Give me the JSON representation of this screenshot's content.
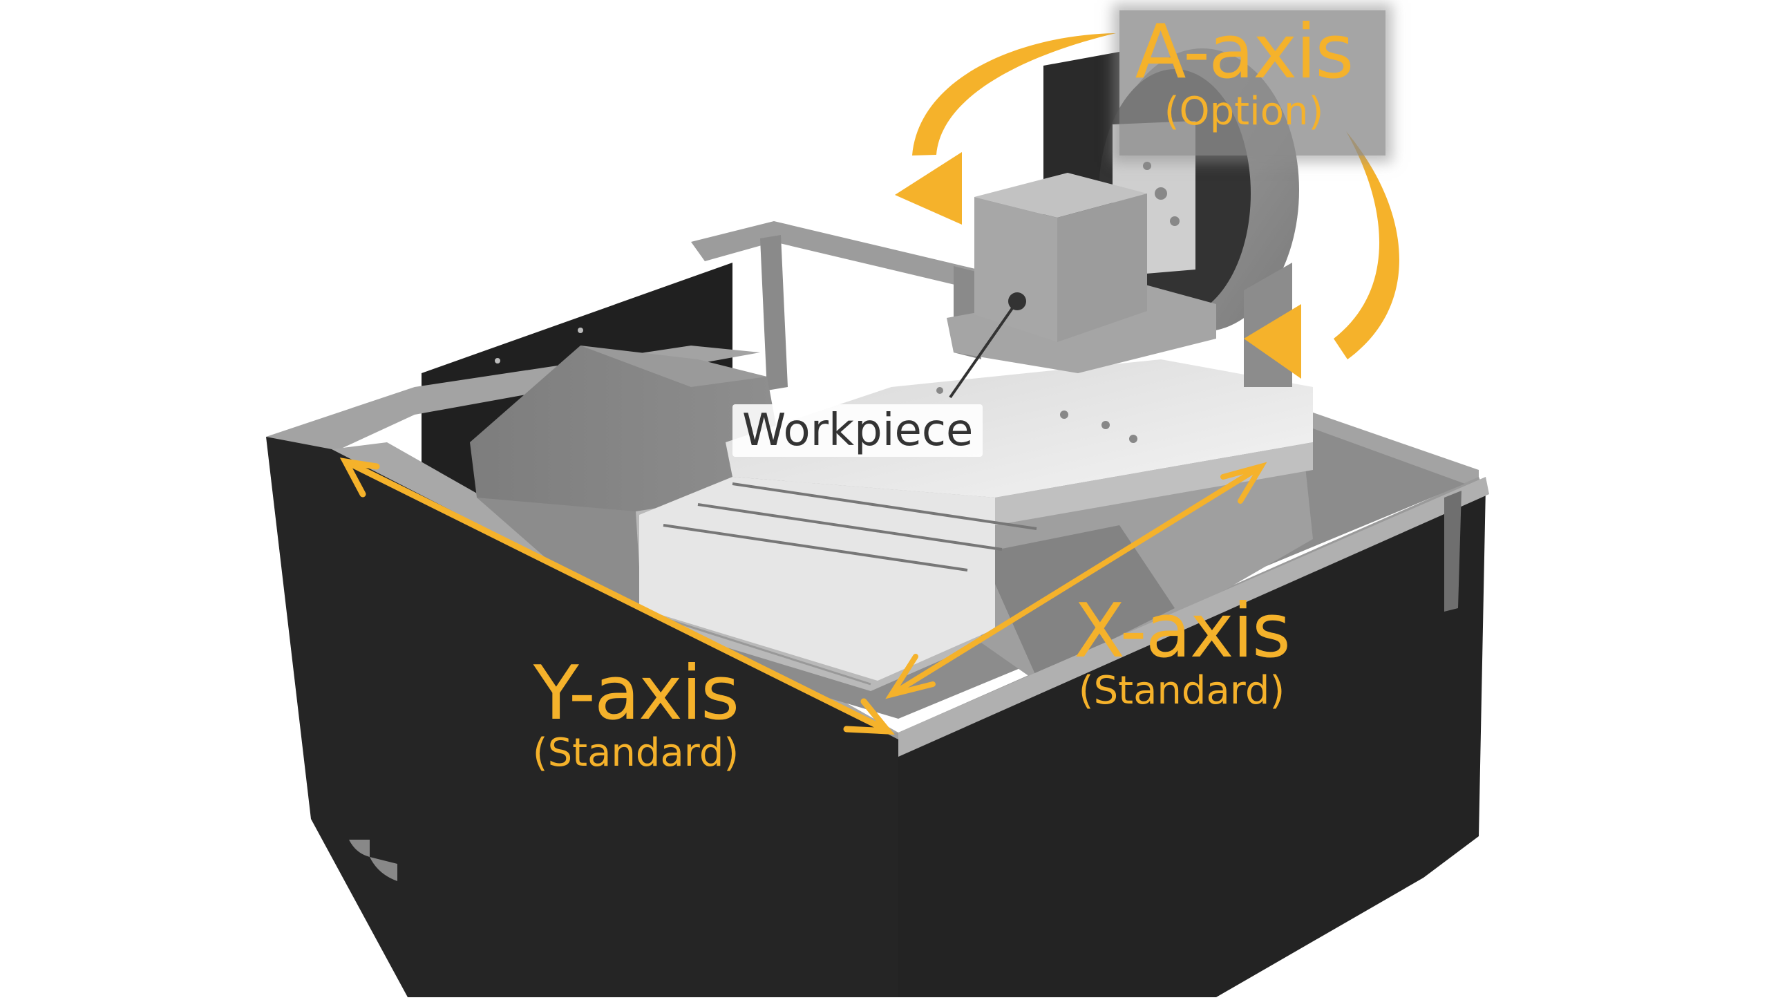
{
  "diagram": {
    "subject": "CNC machine axis diagram",
    "labels": {
      "a_axis": {
        "main": "A-axis",
        "sub": "(Option)"
      },
      "y_axis": {
        "main": "Y-axis",
        "sub": "(Standard)"
      },
      "x_axis": {
        "main": "X-axis",
        "sub": "(Standard)"
      },
      "workpiece": "Workpiece"
    },
    "colors": {
      "accent": "#F5B22B",
      "enclosure": "#252525",
      "frame": "#9a9a9a",
      "label_dark": "#333333",
      "background": "#ffffff"
    },
    "arrows": [
      {
        "id": "a-axis-rotation",
        "type": "curved-rotation",
        "count": 2
      },
      {
        "id": "y-axis-travel",
        "type": "double-headed-linear"
      },
      {
        "id": "x-axis-travel",
        "type": "double-headed-linear"
      }
    ]
  }
}
